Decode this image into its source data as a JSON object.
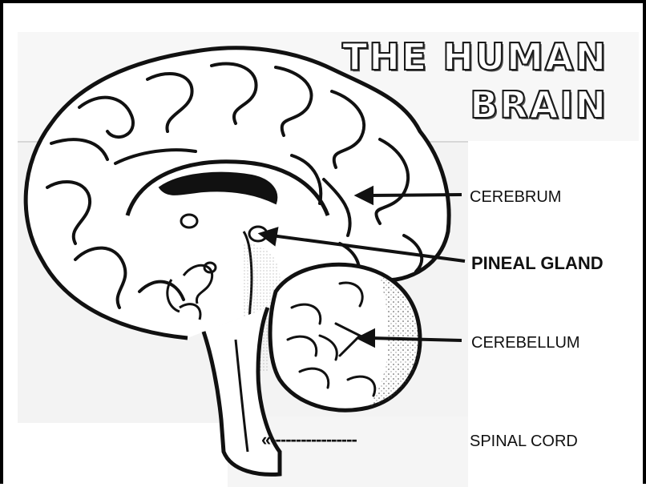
{
  "title": {
    "line1": "THE HUMAN",
    "line2": "BRAIN"
  },
  "labels": {
    "cerebrum": "CEREBRUM",
    "pineal_gland": "PINEAL GLAND",
    "cerebellum": "CEREBELLUM",
    "spinal_cord": "SPINAL CORD"
  },
  "spinal_arrow": "«-----------------",
  "colors": {
    "ink": "#111111",
    "paper": "#ffffff",
    "shade": "#e8e8e8"
  }
}
